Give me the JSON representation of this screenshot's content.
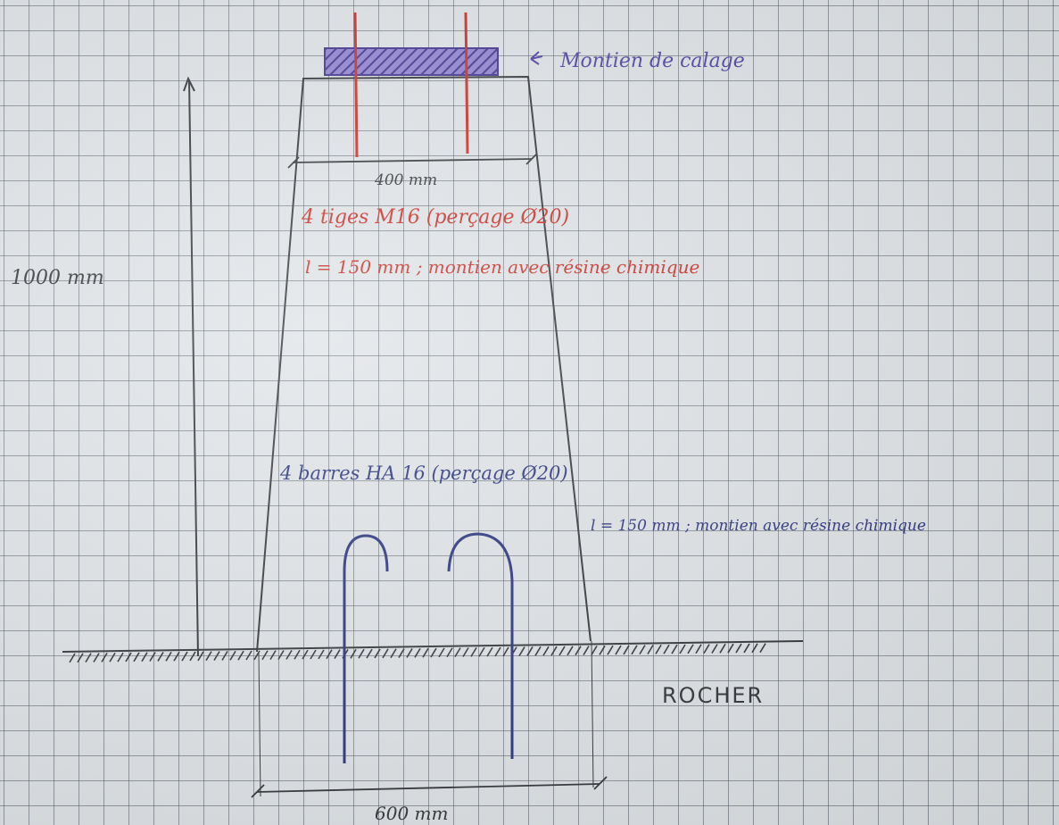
{
  "labels": {
    "calage": "Montien de calage",
    "width_top": "400 mm",
    "height": "1000 mm",
    "tiges": "4 tiges M16 (perçage Ø20)",
    "tiges_len": "l = 150 mm ; montien avec résine chimique",
    "barres": "4 barres HA 16 (perçage Ø20)",
    "barres_len": "l = 150 mm ; montien avec résine chimique",
    "rocher": "ROCHER",
    "width_bottom": "600 mm"
  },
  "colors": {
    "pencil": "#2a2c30",
    "red": "#c8261e",
    "purple": "#4a3aa0",
    "navy": "#1f2a78"
  }
}
